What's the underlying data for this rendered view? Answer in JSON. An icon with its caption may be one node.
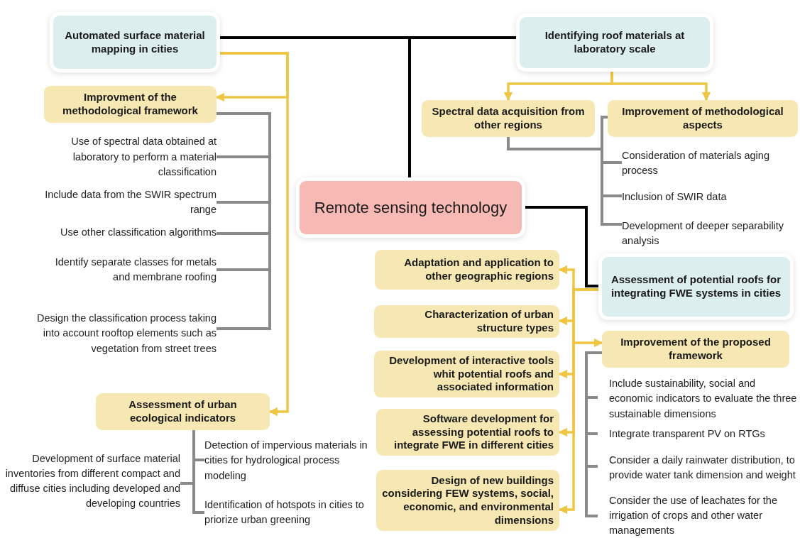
{
  "diagram": {
    "nodes": [
      {
        "text": [
          "Remote sensing technology"
        ]
      },
      {
        "text": [
          "Automated surface material mapping in cities"
        ]
      },
      {
        "text": [
          "Improvment of the methodological framework"
        ]
      },
      {
        "text": [
          "Use of spectral data obtained at laboratory to perform a material classification"
        ]
      },
      {
        "text": [
          "Include data from the SWIR spectrum range"
        ]
      },
      {
        "text": [
          "Use other classification algorithms"
        ]
      },
      {
        "text": [
          "Identify separate classes for metals and membrane roofing"
        ]
      },
      {
        "text": [
          "Design the classification process taking into account rooftop elements such as vegetation from street trees"
        ]
      },
      {
        "text": [
          "Assessment of urban ecological indicators"
        ]
      },
      {
        "text": [
          "Development of surface material inventories from different compact and diffuse cities including developed and developing countries"
        ]
      },
      {
        "text": [
          "Detection of impervious materials in cities for hydrological process modeling"
        ]
      },
      {
        "text": [
          "Identification of hotspots in cities to priorize urban greening"
        ]
      },
      {
        "text": [
          "Identifying roof materials at laboratory scale"
        ]
      },
      {
        "text": [
          "Spectral data acquisition from other regions"
        ]
      },
      {
        "text": [
          "Improvement of methodological aspects"
        ]
      },
      {
        "text": [
          "Consideration of materials aging process"
        ]
      },
      {
        "text": [
          "Inclusion of SWIR data"
        ]
      },
      {
        "text": [
          "Development of deeper separability analysis"
        ]
      },
      {
        "text": [
          "Assessment of potential roofs for integrating FWE systems in cities"
        ]
      },
      {
        "text": [
          "Adaptation and application to other geographic regions"
        ]
      },
      {
        "text": [
          "Characterization of urban structure types"
        ]
      },
      {
        "text": [
          "Development of interactive tools whit potential roofs and associated information"
        ]
      },
      {
        "text": [
          "Software development for assessing potential roofs to integrate FWE in different cities"
        ]
      },
      {
        "text": [
          "Design of  new buildings considering FEW systems, social, economic, and environmental dimensions"
        ]
      },
      {
        "text": [
          "Improvement of the proposed framework"
        ]
      },
      {
        "text": [
          "Include sustainability, social and economic indicators to evaluate the three sustainable dimensions"
        ]
      },
      {
        "text": [
          "Integrate transparent PV on RTGs"
        ]
      },
      {
        "text": [
          "Consider a daily rainwater distribution, to provide water tank dimension and weight"
        ]
      },
      {
        "text": [
          "Consider the use of leachates for the irrigation of crops and other water managements"
        ]
      }
    ],
    "edges": [
      {
        "from": 0,
        "to": 1,
        "arrow": "none",
        "color": "#000000"
      },
      {
        "from": 0,
        "to": 12,
        "arrow": "none",
        "color": "#000000"
      },
      {
        "from": 0,
        "to": 18,
        "arrow": "none",
        "color": "#000000"
      },
      {
        "from": 1,
        "to": 2,
        "arrow": "to",
        "color": "#eec643"
      },
      {
        "from": 1,
        "to": 8,
        "arrow": "to",
        "color": "#eec643"
      },
      {
        "from": 2,
        "to": 3,
        "arrow": "none"
      },
      {
        "from": 2,
        "to": 4,
        "arrow": "none"
      },
      {
        "from": 2,
        "to": 5,
        "arrow": "none"
      },
      {
        "from": 2,
        "to": 6,
        "arrow": "none"
      },
      {
        "from": 2,
        "to": 7,
        "arrow": "none"
      },
      {
        "from": 8,
        "to": 9,
        "arrow": "none"
      },
      {
        "from": 8,
        "to": 10,
        "arrow": "none"
      },
      {
        "from": 8,
        "to": 11,
        "arrow": "none"
      },
      {
        "from": 12,
        "to": 13,
        "arrow": "to",
        "color": "#eec643"
      },
      {
        "from": 12,
        "to": 14,
        "arrow": "to",
        "color": "#eec643"
      },
      {
        "from": 13,
        "to": 15,
        "arrow": "none"
      },
      {
        "from": 13,
        "to": 16,
        "arrow": "none"
      },
      {
        "from": 13,
        "to": 17,
        "arrow": "none"
      },
      {
        "from": 14,
        "to": 15,
        "arrow": "none"
      },
      {
        "from": 14,
        "to": 16,
        "arrow": "none"
      },
      {
        "from": 14,
        "to": 17,
        "arrow": "none"
      },
      {
        "from": 18,
        "to": 19,
        "arrow": "to",
        "color": "#eec643"
      },
      {
        "from": 18,
        "to": 20,
        "arrow": "to",
        "color": "#eec643"
      },
      {
        "from": 18,
        "to": 21,
        "arrow": "to",
        "color": "#eec643"
      },
      {
        "from": 18,
        "to": 22,
        "arrow": "to",
        "color": "#eec643"
      },
      {
        "from": 18,
        "to": 23,
        "arrow": "to",
        "color": "#eec643"
      },
      {
        "from": 18,
        "to": 24,
        "arrow": "to",
        "color": "#eec643"
      },
      {
        "from": 24,
        "to": 25,
        "arrow": "none"
      },
      {
        "from": 24,
        "to": 26,
        "arrow": "none"
      },
      {
        "from": 24,
        "to": 27,
        "arrow": "none"
      },
      {
        "from": 24,
        "to": 28,
        "arrow": "none"
      }
    ]
  }
}
